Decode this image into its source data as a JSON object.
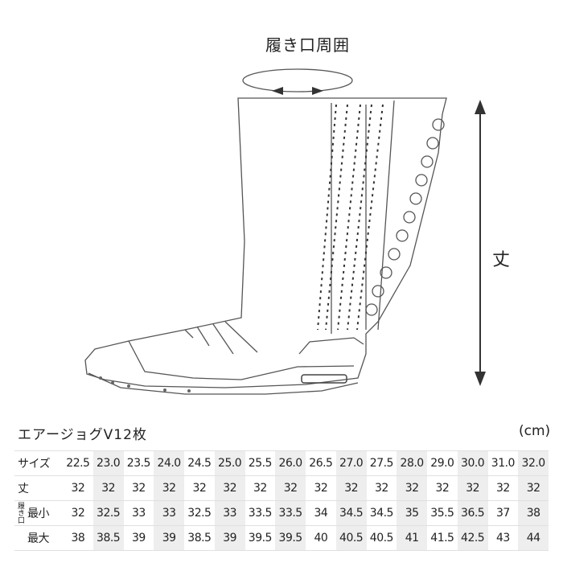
{
  "diagram": {
    "opening_label": "履き口周囲",
    "height_label": "丈"
  },
  "table_title": "エアージョグV12枚",
  "unit_label": "(cm)",
  "table": {
    "group_label": "履き口",
    "rows": [
      {
        "label": "サイズ",
        "values": [
          "22.5",
          "23.0",
          "23.5",
          "24.0",
          "24.5",
          "25.0",
          "25.5",
          "26.0",
          "26.5",
          "27.0",
          "27.5",
          "28.0",
          "29.0",
          "30.0",
          "31.0",
          "32.0"
        ]
      },
      {
        "label": "丈",
        "values": [
          "32",
          "32",
          "32",
          "32",
          "32",
          "32",
          "32",
          "32",
          "32",
          "32",
          "32",
          "32",
          "32",
          "32",
          "32",
          "32"
        ]
      },
      {
        "label": "最小",
        "values": [
          "32",
          "32.5",
          "33",
          "33",
          "32.5",
          "33",
          "33.5",
          "33.5",
          "34",
          "34.5",
          "34.5",
          "35",
          "35.5",
          "36.5",
          "37",
          "38"
        ]
      },
      {
        "label": "最大",
        "values": [
          "38",
          "38.5",
          "39",
          "39",
          "38.5",
          "39",
          "39.5",
          "39.5",
          "40",
          "40.5",
          "40.5",
          "41",
          "41.5",
          "42.5",
          "43",
          "44"
        ]
      }
    ]
  }
}
